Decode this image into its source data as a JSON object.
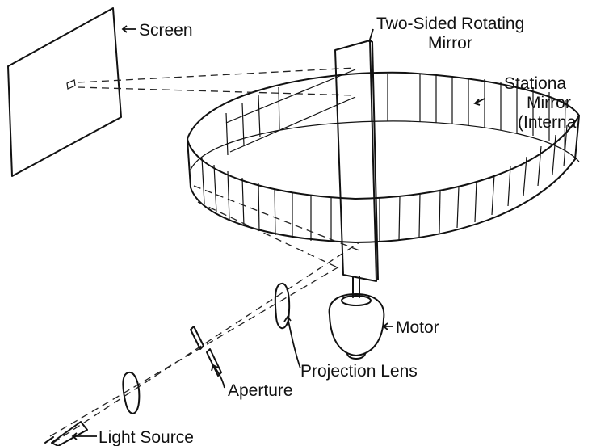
{
  "diagram": {
    "labels": {
      "screen": "Screen",
      "rotating_mirror_line1": "Two-Sided Rotating",
      "rotating_mirror_line2": "Mirror",
      "stationary_line1": "Stationa",
      "stationary_line2": "Mirror",
      "stationary_line3": "(Interna",
      "motor": "Motor",
      "projection_lens": "Projection Lens",
      "aperture": "Aperture",
      "light_source": "Light Source"
    }
  }
}
